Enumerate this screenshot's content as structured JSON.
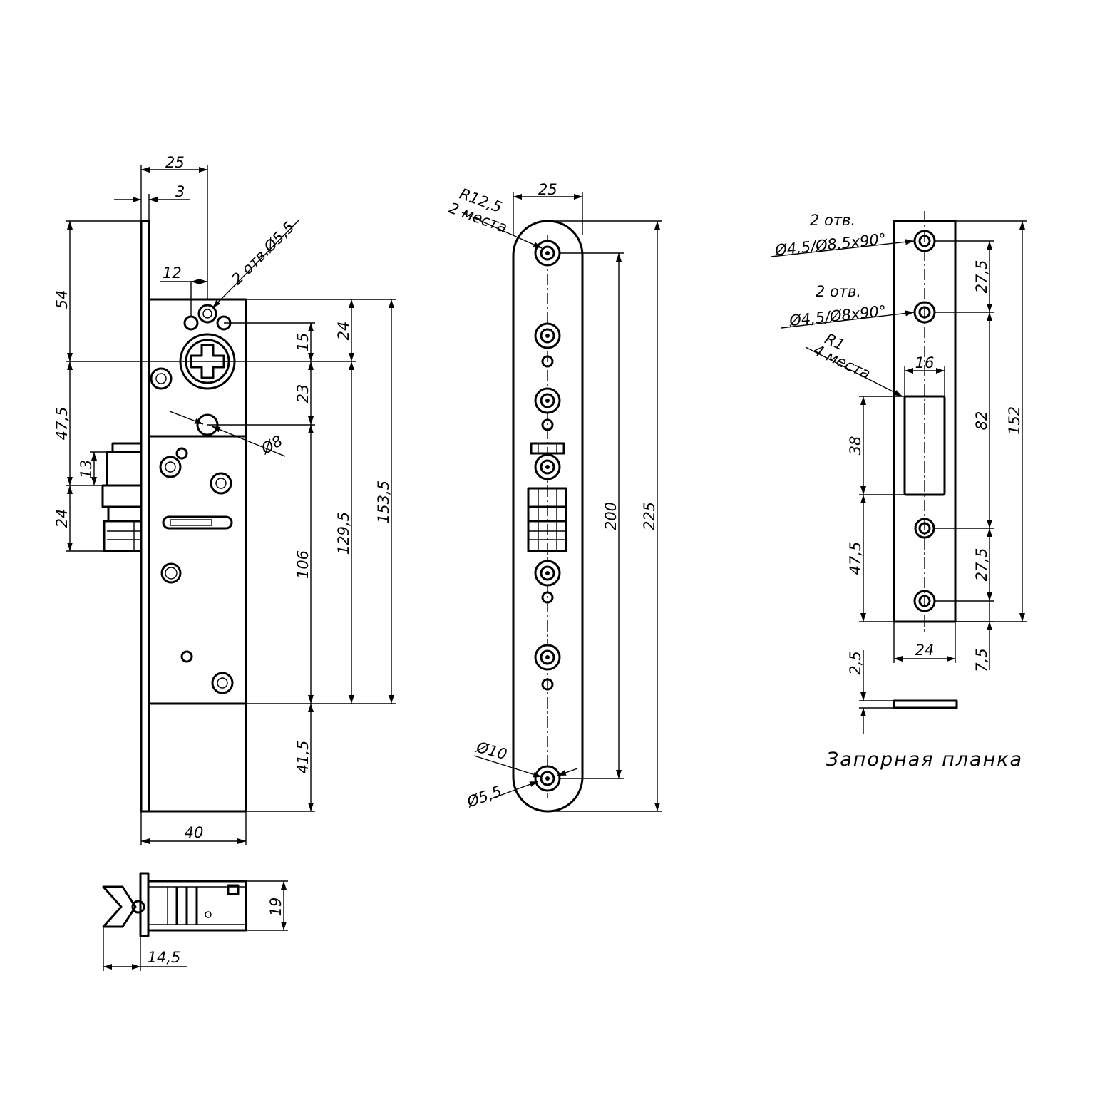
{
  "main_view": {
    "dims": {
      "d25": "25",
      "d3": "3",
      "d54": "54",
      "d12": "12",
      "holes": "2 отв.Ø5,5",
      "d24a": "24",
      "d15": "15",
      "d23": "23",
      "d47_5": "47,5",
      "d8": "Ø8",
      "d13": "13",
      "d24b": "24",
      "d106": "106",
      "d129_5": "129,5",
      "d153_5": "153,5",
      "d41_5": "41,5",
      "d40": "40"
    }
  },
  "bottom_view": {
    "dims": {
      "d19": "19",
      "d14_5": "14,5"
    }
  },
  "faceplate": {
    "dims": {
      "d25": "25",
      "radius": "R12,5",
      "radius_note": "2 места",
      "d200": "200",
      "d225": "225",
      "d10": "Ø10",
      "d5_5": "Ø5,5"
    }
  },
  "strike_plate": {
    "caption": "Запорная планка",
    "dims": {
      "holes1_a": "2 отв.",
      "holes1_b": "Ø4,5/Ø8,5х90°",
      "holes2_a": "2 отв.",
      "holes2_b": "Ø4,5/Ø8х90°",
      "radius": "R1",
      "radius_note": "4 места",
      "d16": "16",
      "d27_5a": "27,5",
      "d82": "82",
      "d152": "152",
      "d38": "38",
      "d47_5": "47,5",
      "d27_5b": "27,5",
      "d24": "24",
      "d7_5": "7,5",
      "d2_5": "2,5"
    }
  }
}
